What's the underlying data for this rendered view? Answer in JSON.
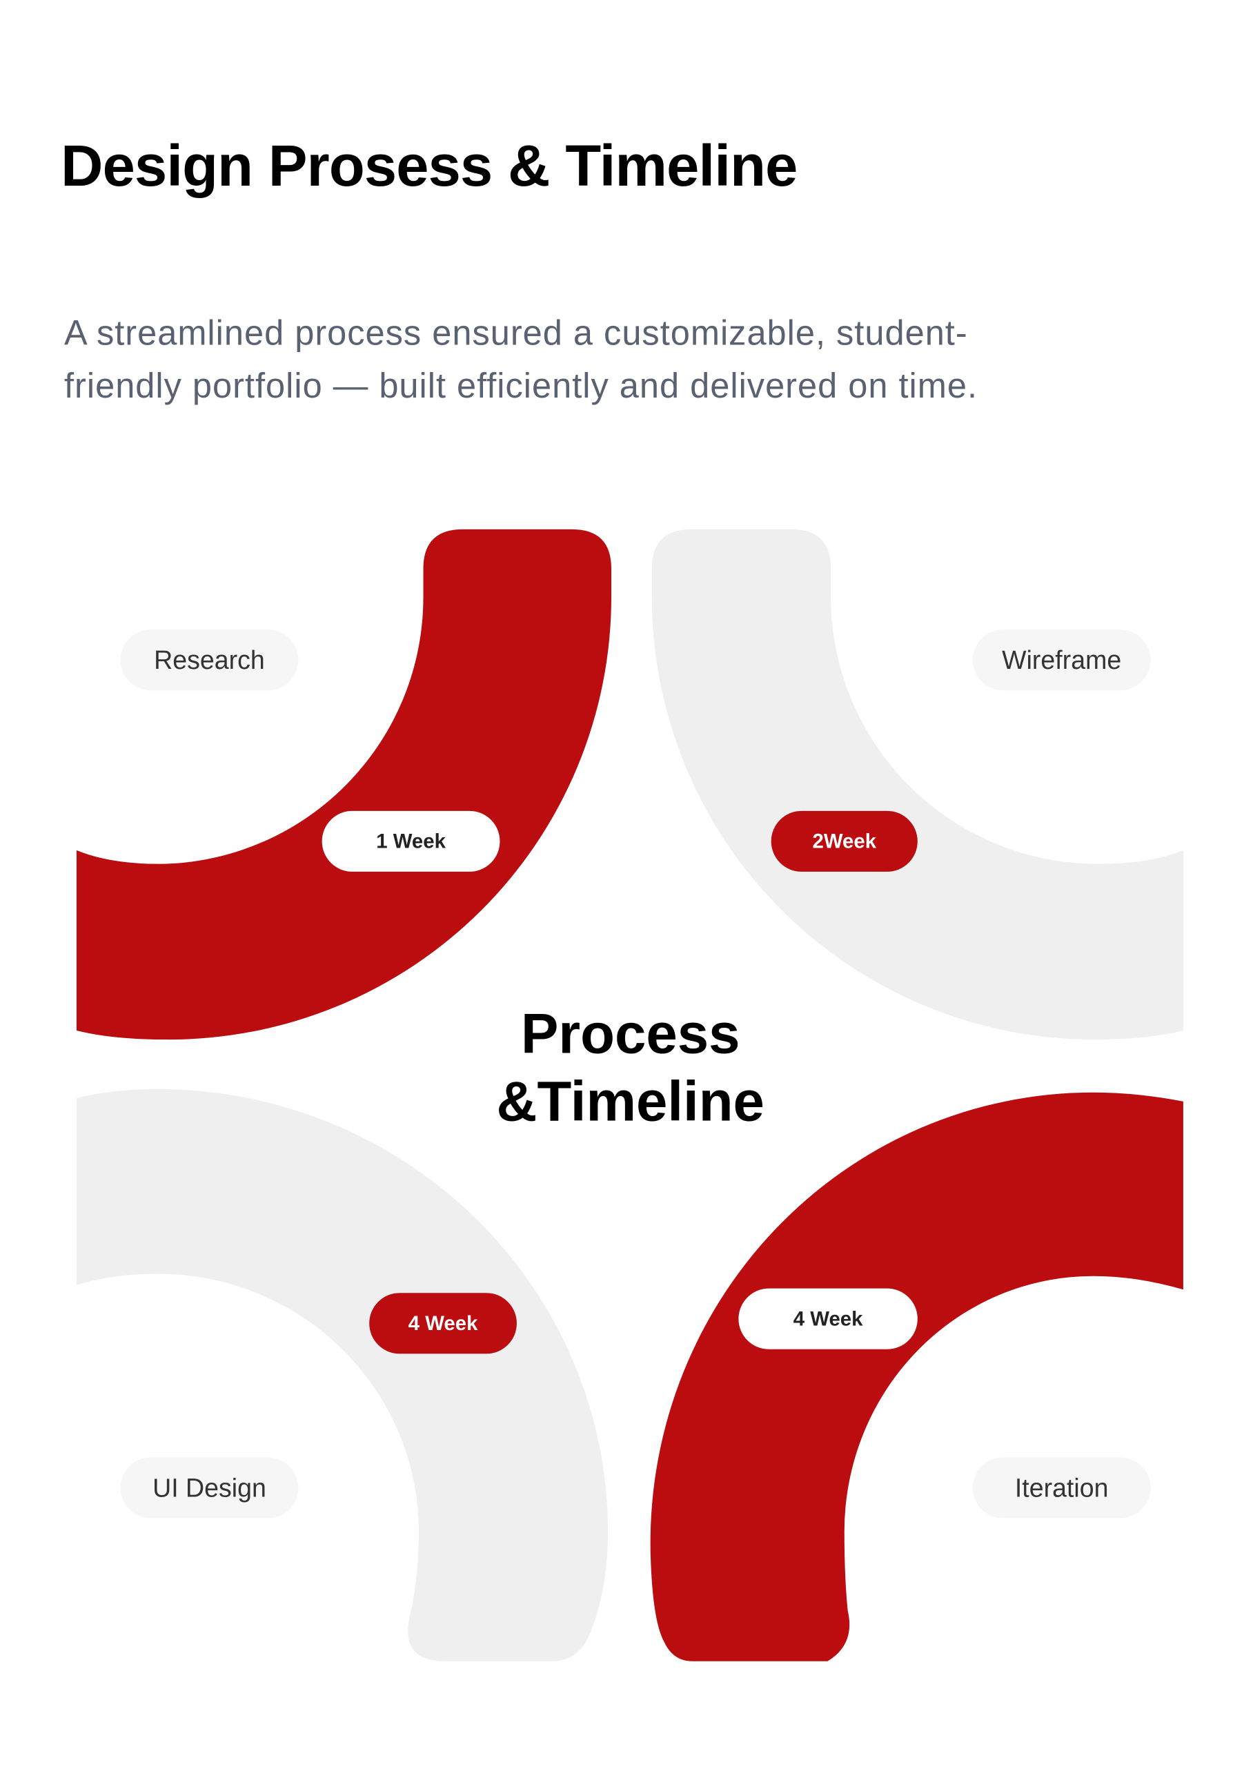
{
  "header": {
    "title": "Design Prosess & Timeline",
    "description": "A streamlined process ensured a customizable, student-friendly portfolio — built efficiently and delivered on time."
  },
  "diagram": {
    "center_title_line1": "Process",
    "center_title_line2": "&Timeline",
    "phases": [
      {
        "label": "Research",
        "duration": "1 Week",
        "highlighted": true
      },
      {
        "label": "Wireframe",
        "duration": "2Week",
        "highlighted": false
      },
      {
        "label": "UI Design",
        "duration": "4 Week",
        "highlighted": false
      },
      {
        "label": "Iteration",
        "duration": "4 Week",
        "highlighted": true
      }
    ],
    "colors": {
      "accent": "#bb0d0f",
      "muted": "#efefef",
      "pill_bg": "#f6f6f6"
    }
  }
}
